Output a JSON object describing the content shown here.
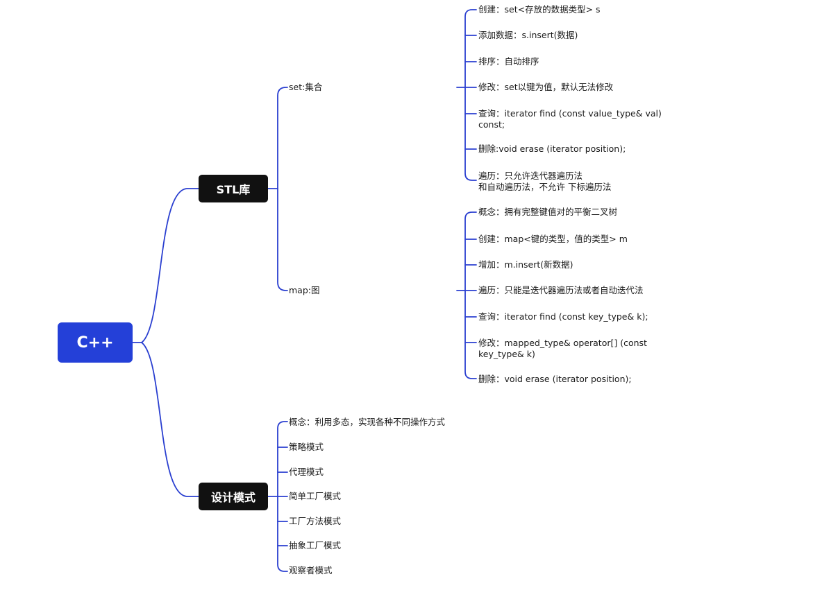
{
  "root": "C++",
  "stl": {
    "label": "STL库",
    "set": {
      "label": "set:集合",
      "items": [
        "创建：set<存放的数据类型> s",
        "添加数据：s.insert(数据)",
        "排序：自动排序",
        "修改：set以键为值，默认无法修改",
        "查询：iterator find (const value_type& val)\nconst;",
        "删除:void erase (iterator position);",
        "遍历：只允许迭代器遍历法\n和自动遍历法，不允许 下标遍历法"
      ]
    },
    "map": {
      "label": "map:图",
      "items": [
        "概念：拥有完整键值对的平衡二叉树",
        "创建：map<键的类型，值的类型> m",
        "增加：m.insert(新数据)",
        "遍历：只能是迭代器遍历法或者自动迭代法",
        "查询：iterator find (const key_type& k);",
        "修改：mapped_type& operator[] (const\nkey_type& k)",
        "删除：void erase (iterator position);"
      ]
    }
  },
  "patterns": {
    "label": "设计模式",
    "items": [
      "概念：利用多态，实现各种不同操作方式",
      "策略模式",
      "代理模式",
      "简单工厂模式",
      "工厂方法模式",
      "抽象工厂模式",
      "观察者模式"
    ]
  },
  "colors": {
    "root": "#2440d8",
    "topic": "#111111",
    "line": "#2a3fd0"
  }
}
